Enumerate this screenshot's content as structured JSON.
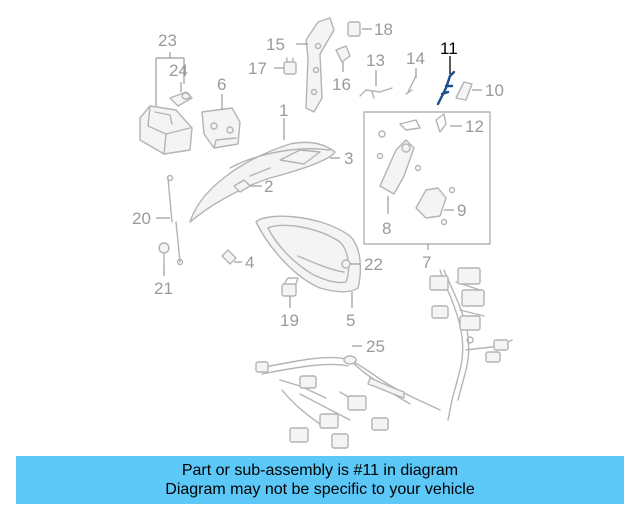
{
  "callouts": [
    "1",
    "2",
    "3",
    "4",
    "5",
    "6",
    "7",
    "8",
    "9",
    "10",
    "11",
    "12",
    "13",
    "14",
    "15",
    "16",
    "17",
    "18",
    "19",
    "20",
    "21",
    "22",
    "23",
    "24",
    "25"
  ],
  "highlighted_part": "11",
  "colors": {
    "banner": "#5bc8f8",
    "highlight": "#1a4d8c",
    "lines": "#b4b4b4",
    "callout_text": "#9a9a9a"
  },
  "banner": {
    "line1": "Part or sub-assembly is #11 in diagram",
    "line2": "Diagram may not be specific to your vehicle"
  }
}
